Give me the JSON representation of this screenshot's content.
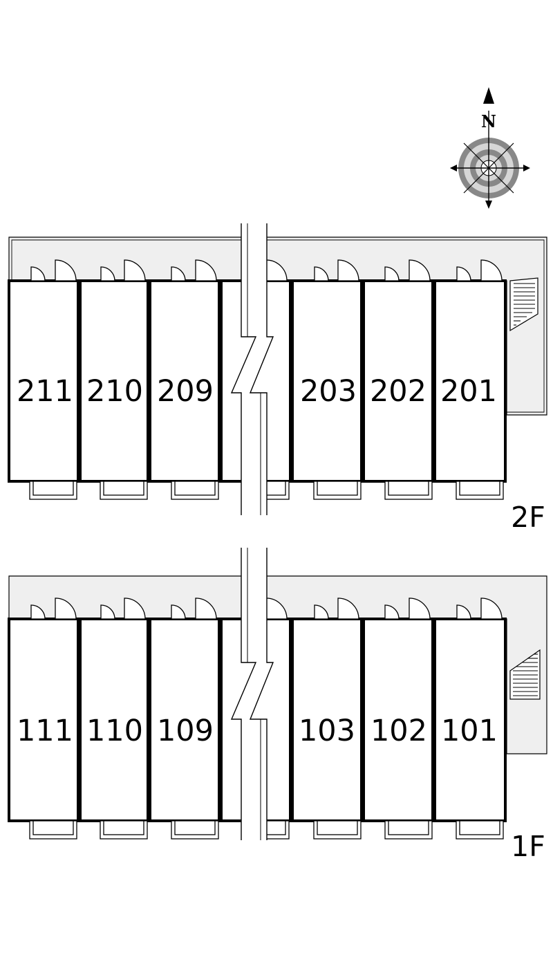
{
  "compass": {
    "label": "N",
    "icon": "north-compass-icon"
  },
  "floors": [
    {
      "id": "floor-2",
      "label": "2F",
      "units_left": [
        "211",
        "210",
        "209"
      ],
      "units_right": [
        "203",
        "202",
        "201"
      ]
    },
    {
      "id": "floor-1",
      "label": "1F",
      "units_left": [
        "111",
        "110",
        "109"
      ],
      "units_right": [
        "103",
        "102",
        "101"
      ]
    }
  ],
  "colors": {
    "corridor": "#efefef",
    "wall": "#000000",
    "background": "#ffffff"
  }
}
